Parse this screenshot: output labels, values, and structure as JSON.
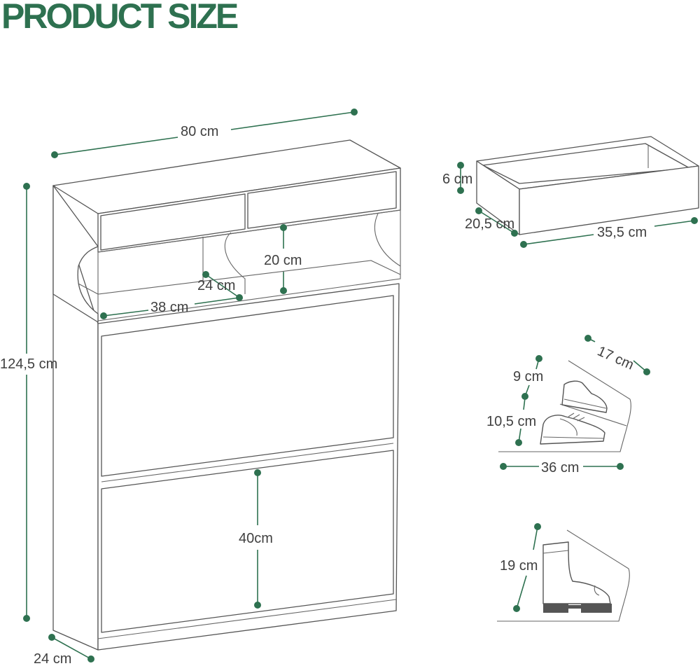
{
  "title": "PRODUCT SIZE",
  "cabinet": {
    "width": "80 cm",
    "height": "124,5 cm",
    "depth": "24 cm",
    "shelf_depth": "24 cm",
    "shelf_width": "38 cm",
    "shelf_height": "20 cm",
    "compartment_height": "40cm"
  },
  "drawer": {
    "height": "6 cm",
    "depth": "20,5 cm",
    "width": "35,5 cm"
  },
  "shoe_flap": {
    "depth": "17 cm",
    "upper_height": "9 cm",
    "lower_height": "10,5 cm",
    "width": "36 cm"
  },
  "boot_flap": {
    "height": "19 cm"
  },
  "colors": {
    "accent": "#2e7150",
    "line": "#555555",
    "text": "#404040"
  }
}
